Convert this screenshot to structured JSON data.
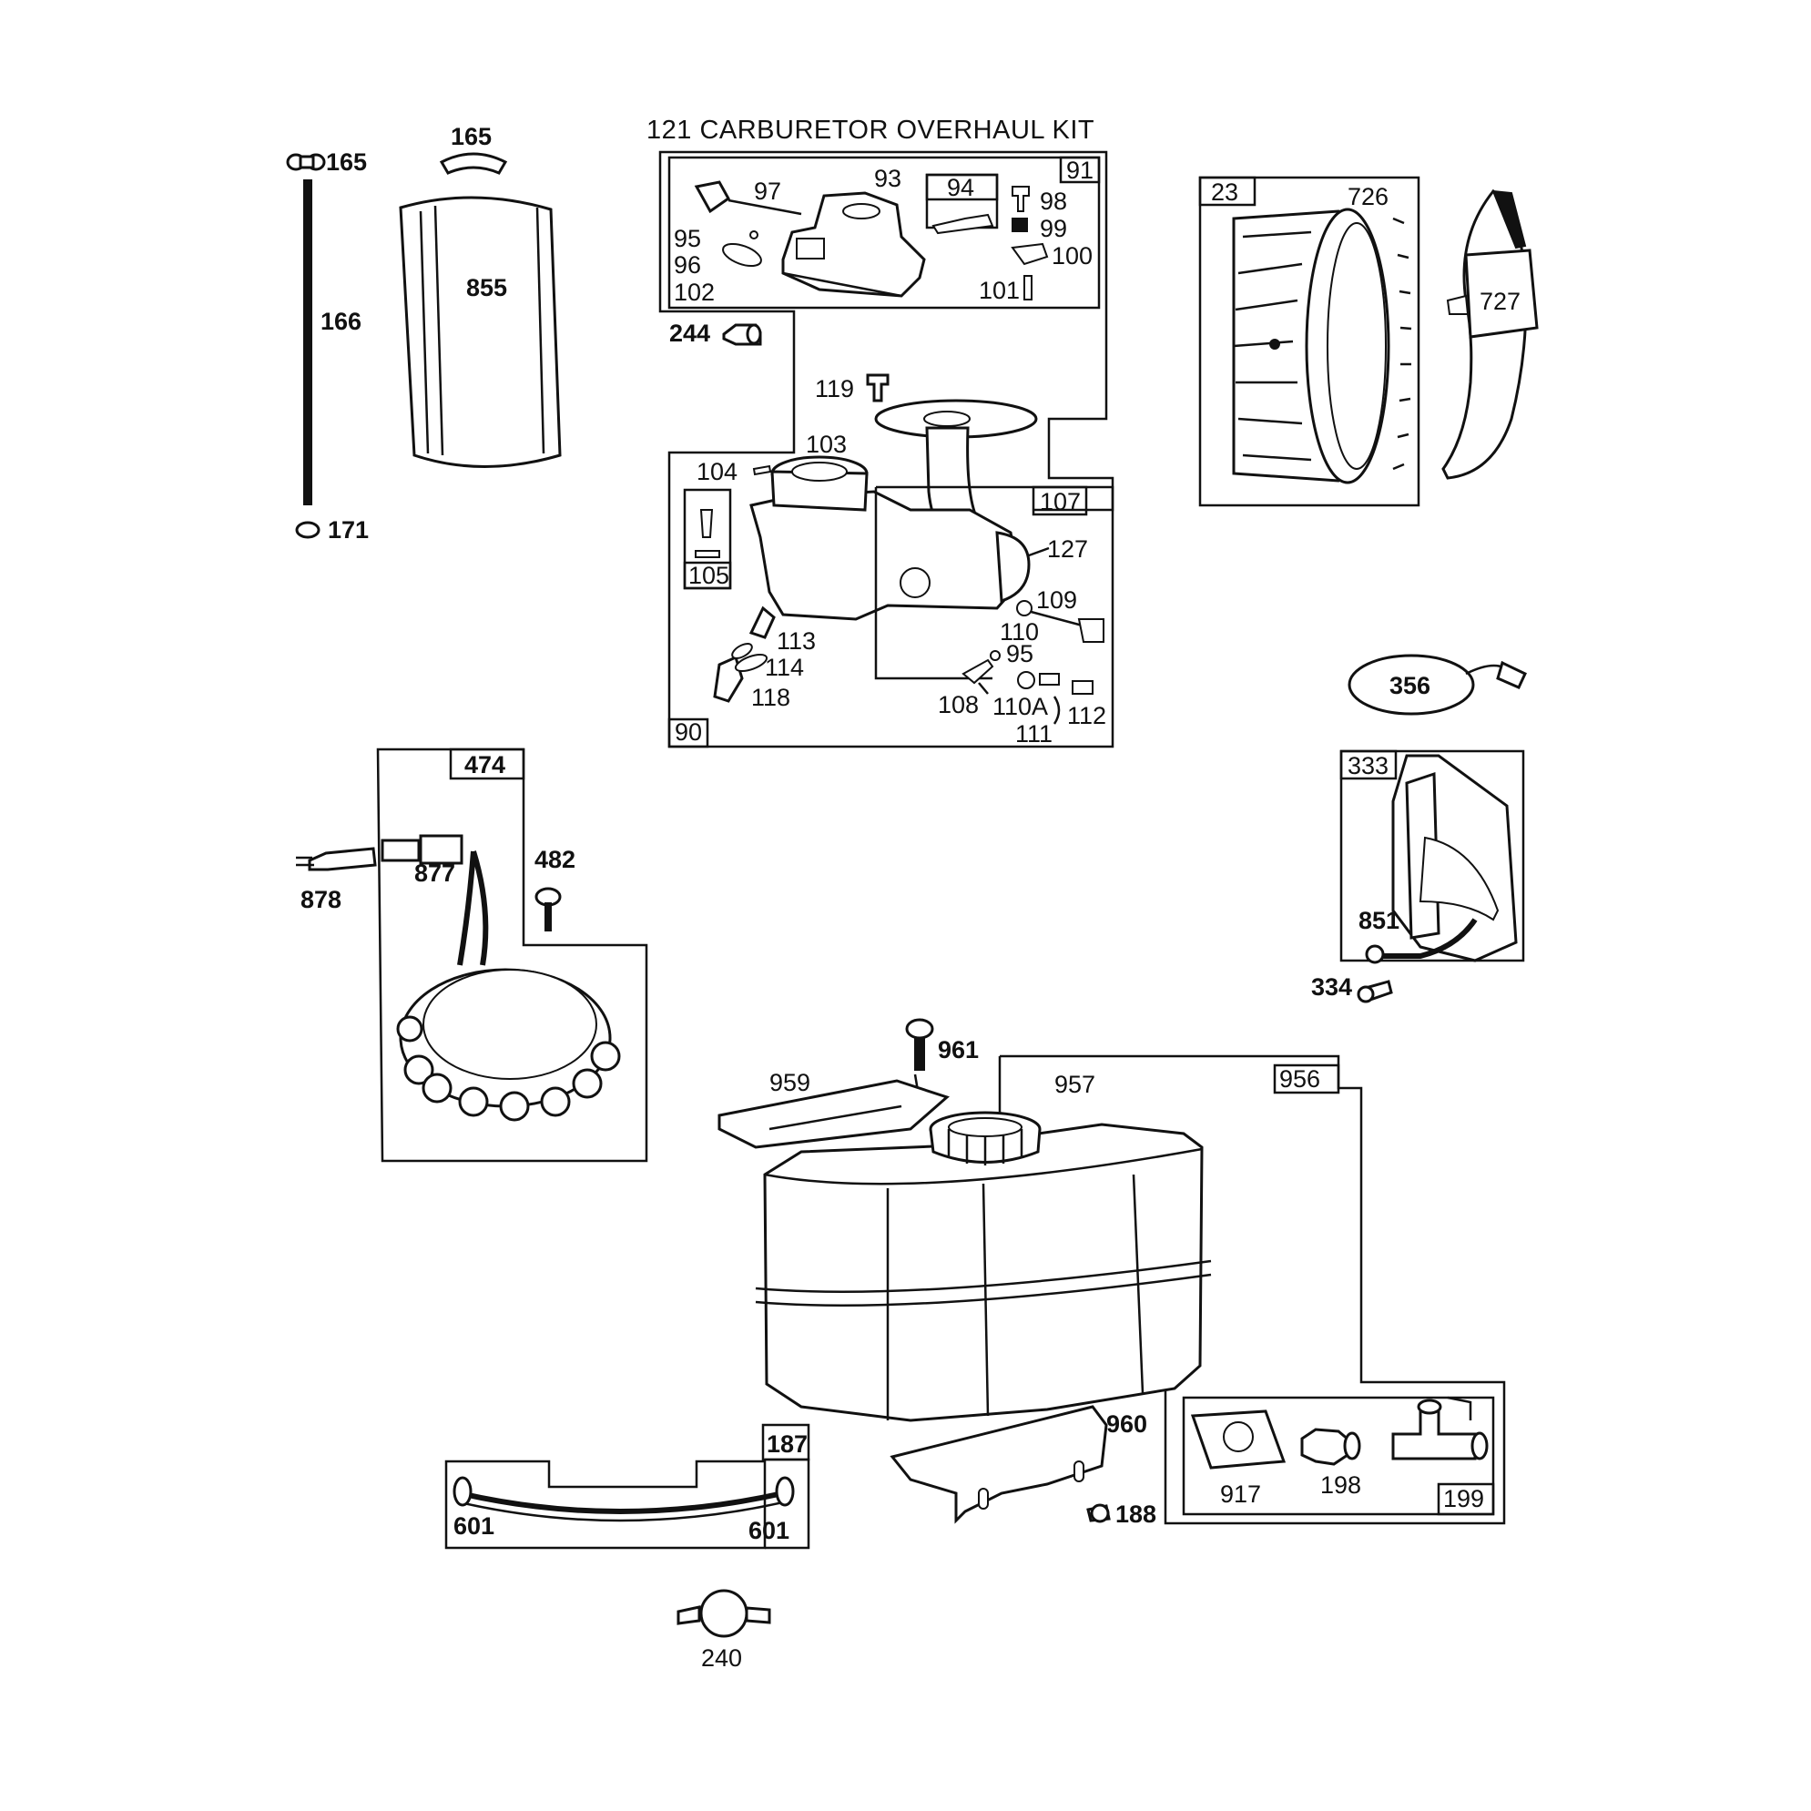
{
  "title": "121 CARBURETOR OVERHAUL KIT",
  "labels": {
    "l165a": "165",
    "l165b": "165",
    "l166": "166",
    "l171": "171",
    "l855": "855",
    "l97": "97",
    "l93": "93",
    "l94": "94",
    "l91": "91",
    "l98": "98",
    "l99": "99",
    "l100": "100",
    "l95a": "95",
    "l96": "96",
    "l102": "102",
    "l101": "101",
    "l244": "244",
    "l119": "119",
    "l103": "103",
    "l104": "104",
    "l107": "107",
    "l127": "127",
    "l105": "105",
    "l109": "109",
    "l110": "110",
    "l95b": "95",
    "l113": "113",
    "l114": "114",
    "l118": "118",
    "l108": "108",
    "l110a": "110A",
    "l112": "112",
    "l111": "111",
    "l90": "90",
    "l23": "23",
    "l726": "726",
    "l727": "727",
    "l356": "356",
    "l333": "333",
    "l851": "851",
    "l334": "334",
    "l474": "474",
    "l482": "482",
    "l877": "877",
    "l878": "878",
    "l961": "961",
    "l959": "959",
    "l957": "957",
    "l956": "956",
    "l960": "960",
    "l917": "917",
    "l198": "198",
    "l199": "199",
    "l188": "188",
    "l187": "187",
    "l601a": "601",
    "l601b": "601",
    "l240": "240"
  }
}
